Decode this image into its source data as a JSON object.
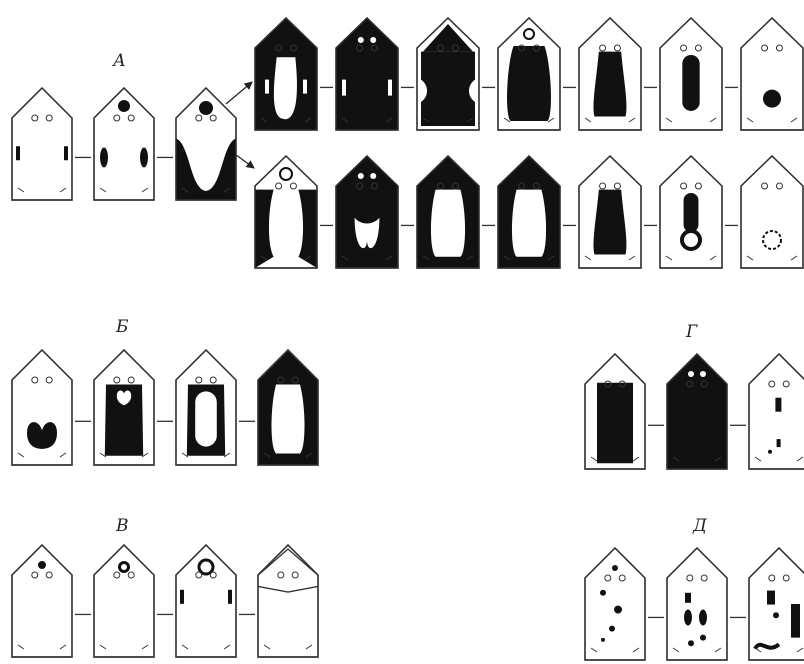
{
  "groups": [
    {
      "label": "А",
      "rows": 3
    },
    {
      "label": "Б",
      "panels": 4
    },
    {
      "label": "В",
      "panels": 4
    },
    {
      "label": "Г",
      "panels": 3
    },
    {
      "label": "Д",
      "panels": 3
    }
  ],
  "colors": {
    "ink": "#111111",
    "paper": "#ffffff",
    "outline": "#333333"
  }
}
